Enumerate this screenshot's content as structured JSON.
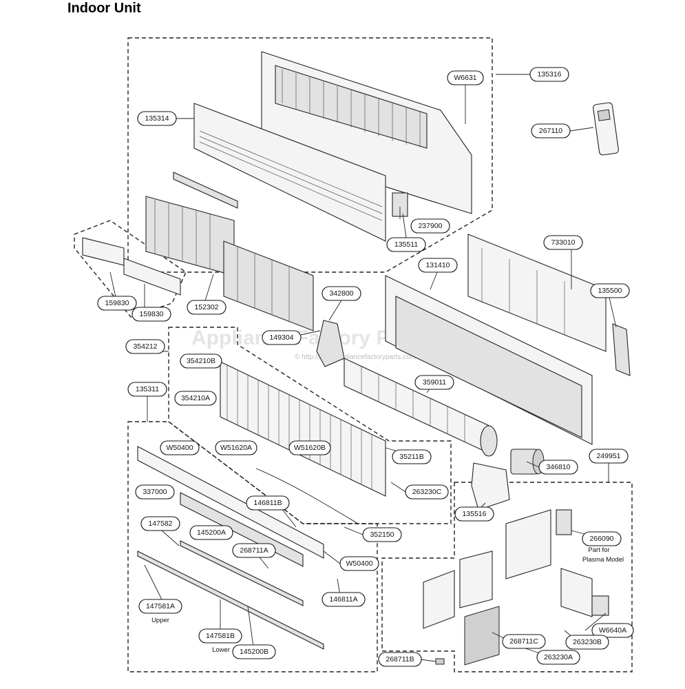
{
  "title": "Indoor Unit",
  "watermark": {
    "text": "Appliance Factory Parts",
    "url": "© http://www.appliancefactoryparts.com"
  },
  "part_labels": [
    "W6631",
    "135316",
    "135314",
    "267110",
    "237900",
    "135511",
    "733010",
    "131410",
    "135500",
    "342800",
    "159830",
    "159830",
    "152302",
    "149304",
    "354212",
    "354210B",
    "359011",
    "135311",
    "354210A",
    "W50400",
    "W51620A",
    "W51620B",
    "35211B",
    "249951",
    "346810",
    "263230C",
    "337000",
    "146811B",
    "135516",
    "352150",
    "147582",
    "145200A",
    "268711A",
    "W50400",
    "266090",
    "146811A",
    "147581A",
    "147581B",
    "145200B",
    "W6640A",
    "263230B",
    "268711C",
    "263230A",
    "268711B"
  ],
  "notes": {
    "plasma_line1": "Part for",
    "plasma_line2": "Plasma Model",
    "upper": "Upper",
    "lower": "Lower"
  }
}
